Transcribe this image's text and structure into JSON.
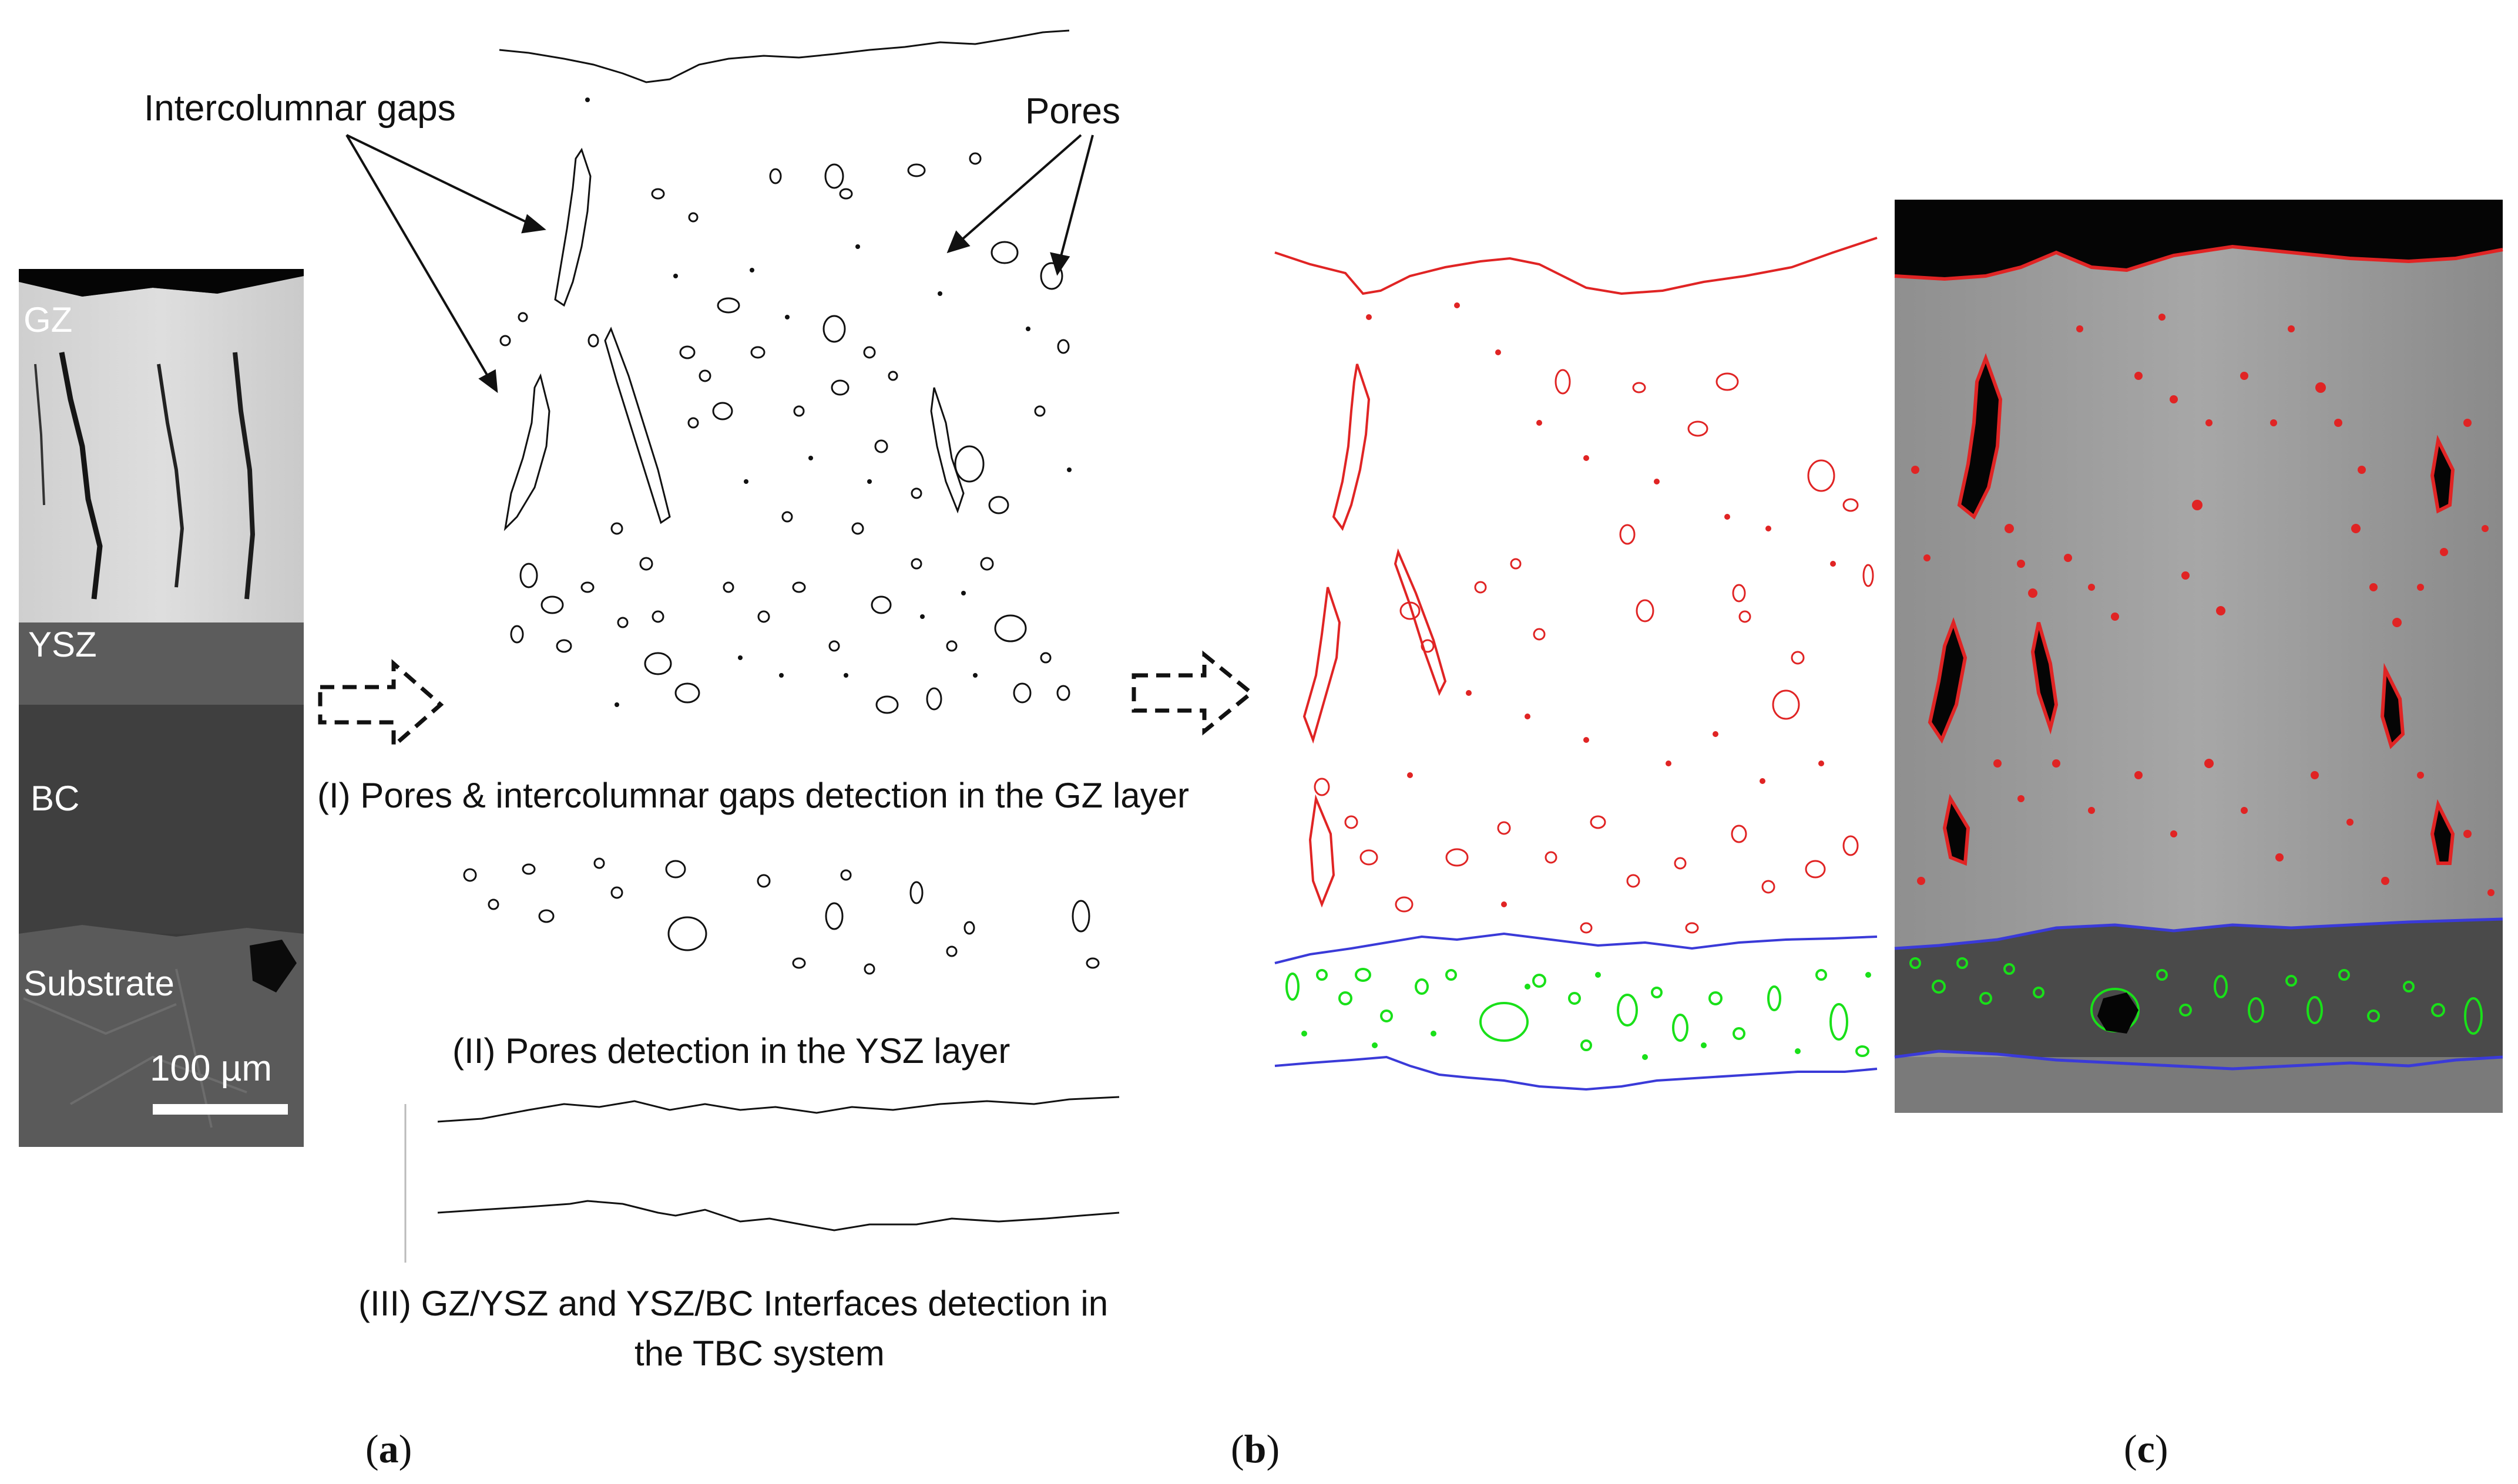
{
  "panel_a": {
    "layer_labels": [
      "GZ",
      "YSZ",
      "BC",
      "Substrate"
    ],
    "scale_bar_label": "100 µm"
  },
  "panel_b": {
    "annotation_gaps": "Intercolumnar gaps",
    "annotation_pores": "Pores",
    "step_1": "(I) Pores & intercolumnar gaps detection in the GZ layer",
    "step_2": "(II) Pores detection in the YSZ layer",
    "step_3_line1": "(III) GZ/YSZ and YSZ/BC Interfaces detection in",
    "step_3_line2": "the TBC system"
  },
  "captions": {
    "a_open": "(",
    "a": "a",
    "a_close": ")",
    "b_open": "(",
    "b": "b",
    "b_close": ")",
    "c_open": "(",
    "c": "c",
    "c_close": ")"
  },
  "colors": {
    "gz_contour": "#e02424",
    "interface": "#3a3ad8",
    "ysz_pore": "#19e019",
    "outline_black": "#111111"
  }
}
